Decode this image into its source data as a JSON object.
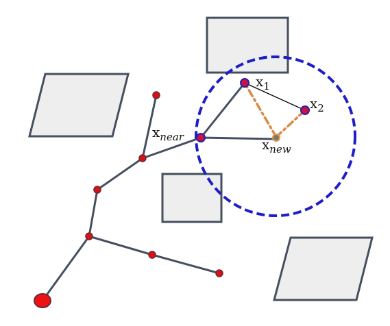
{
  "diagram": {
    "labels": {
      "x_near": {
        "base": "x",
        "sub": "near"
      },
      "x_new": {
        "base": "x",
        "sub": "new"
      },
      "x_1": {
        "base": "x",
        "sub": "1"
      },
      "x_2": {
        "base": "x",
        "sub": "2"
      }
    },
    "colors": {
      "obstacle_fill": "#eeeeee",
      "obstacle_stroke": "#44505f",
      "tree_edge": "#44505f",
      "node_fill": "#dd1111",
      "node_stroke": "#6a2a38",
      "root_fill": "#ee1111",
      "radius_circle": "#1e1ec8",
      "rewire_dashed": "#d98a48",
      "candidate_node_fill": "#cc1144",
      "candidate_node_stroke": "#2222aa",
      "new_node_fill": "#7a7a66",
      "new_node_stroke": "#e29a56",
      "x1_x2_edge": "#111111"
    }
  }
}
